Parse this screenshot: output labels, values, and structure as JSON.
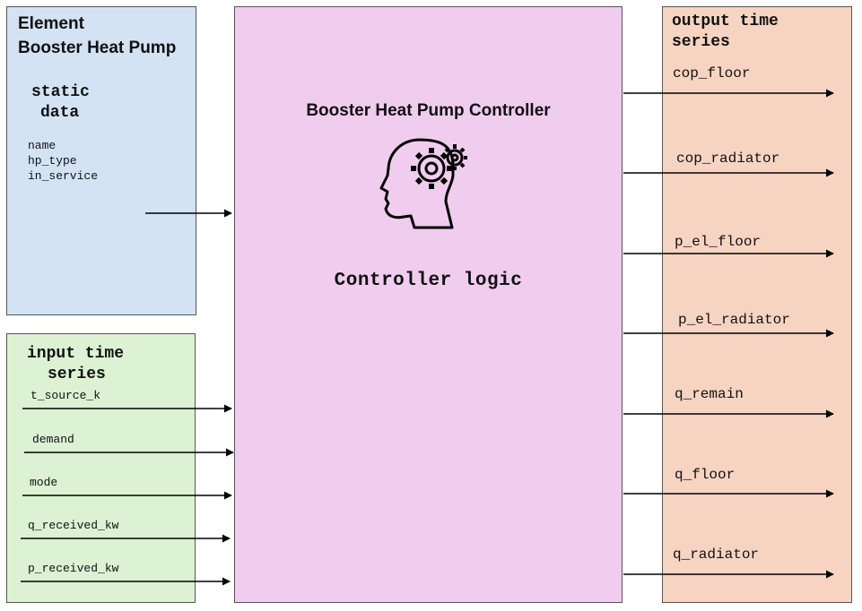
{
  "element": {
    "title_line1": "Element",
    "title_line2": "Booster Heat Pump",
    "static_label_line1": "static",
    "static_label_line2": "data",
    "static_fields": [
      "name",
      "hp_type",
      "in_service"
    ]
  },
  "inputs": {
    "title_line1": "input time",
    "title_line2": "series",
    "items": [
      "t_source_k",
      "demand",
      "mode",
      "q_received_kw",
      "p_received_kw"
    ]
  },
  "controller": {
    "title": "Booster Heat Pump Controller",
    "logic_label": "Controller logic",
    "icon": "head-with-gear-icon"
  },
  "outputs": {
    "title_line1": "output time",
    "title_line2": "series",
    "items": [
      "cop_floor",
      "cop_radiator",
      "p_el_floor",
      "p_el_radiator",
      "q_remain",
      "q_floor",
      "q_radiator"
    ]
  },
  "colors": {
    "element_bg": "#d3e3f4",
    "input_bg": "#dcf2d3",
    "controller_bg": "#f0cdee",
    "output_bg": "#f7d4c2"
  }
}
